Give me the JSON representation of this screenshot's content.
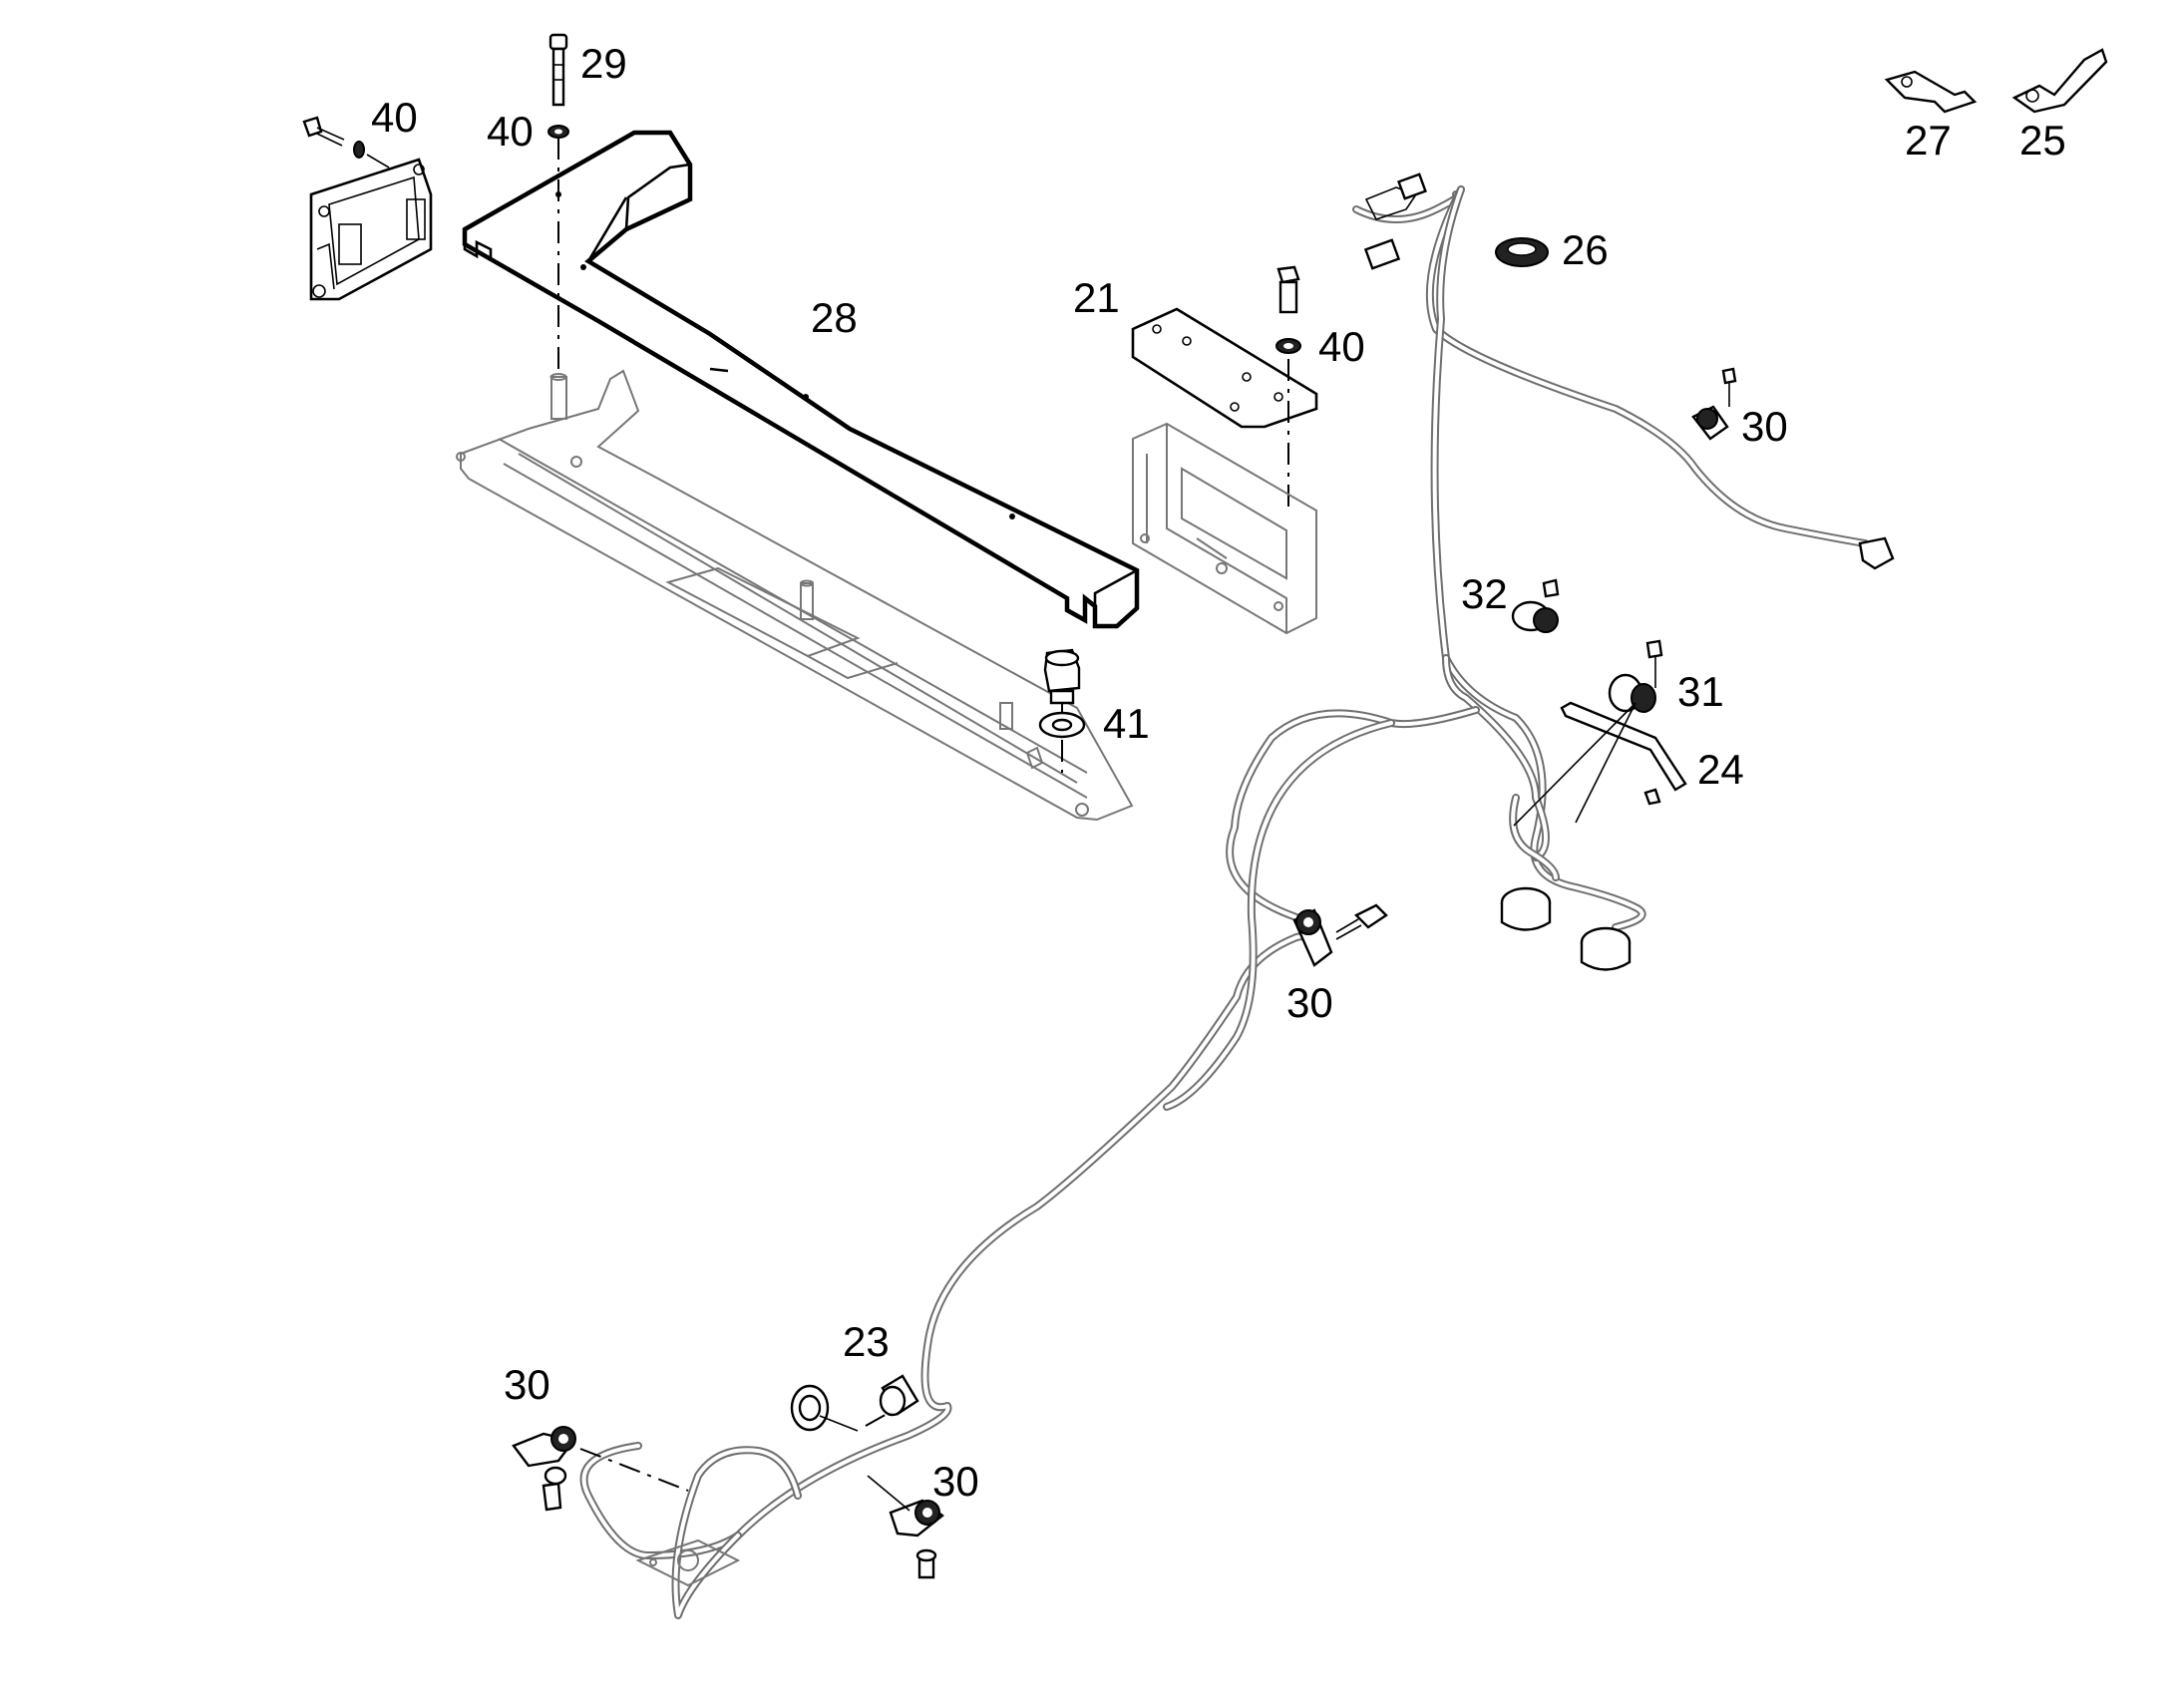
{
  "parts": [
    {
      "id": "p40a",
      "name": "callout-40-bracket",
      "number": "40"
    },
    {
      "id": "p29",
      "name": "callout-29",
      "number": "29"
    },
    {
      "id": "p40b",
      "name": "callout-40-washer",
      "number": "40"
    },
    {
      "id": "p28",
      "name": "callout-28",
      "number": "28"
    },
    {
      "id": "p21",
      "name": "callout-21",
      "number": "21"
    },
    {
      "id": "p40c",
      "name": "callout-40-plate",
      "number": "40"
    },
    {
      "id": "p41",
      "name": "callout-41",
      "number": "41"
    },
    {
      "id": "p26",
      "name": "callout-26",
      "number": "26"
    },
    {
      "id": "p27",
      "name": "callout-27",
      "number": "27"
    },
    {
      "id": "p25",
      "name": "callout-25",
      "number": "25"
    },
    {
      "id": "p30a",
      "name": "callout-30-upper-right",
      "number": "30"
    },
    {
      "id": "p32",
      "name": "callout-32",
      "number": "32"
    },
    {
      "id": "p31",
      "name": "callout-31",
      "number": "31"
    },
    {
      "id": "p24",
      "name": "callout-24",
      "number": "24"
    },
    {
      "id": "p30b",
      "name": "callout-30-middle",
      "number": "30"
    },
    {
      "id": "p23",
      "name": "callout-23",
      "number": "23"
    },
    {
      "id": "p30c",
      "name": "callout-30-lower-left",
      "number": "30"
    },
    {
      "id": "p30d",
      "name": "callout-30-lower-right",
      "number": "30"
    }
  ]
}
